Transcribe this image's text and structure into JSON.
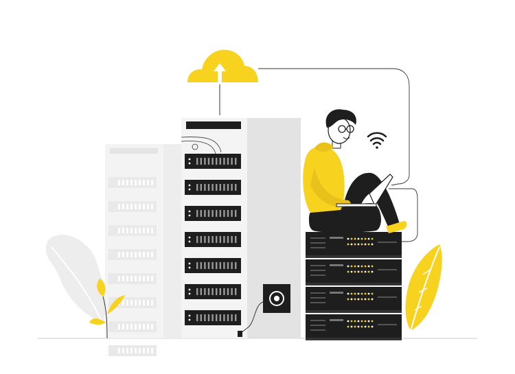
{
  "illustration": {
    "subject": "",
    "colors": {
      "accent": "#F7D21E",
      "dark": "#1E1E1E",
      "rack_light": "#F2F2F2",
      "rack_mid": "#E3E3E3",
      "rack_faded": "#F1F1F1",
      "foliage_faded": "#EDEDED",
      "line": "#333333",
      "led": "#F7D21E"
    },
    "icons": [
      "cloud-upload-icon",
      "wifi-icon",
      "server-rack",
      "person-with-laptop",
      "leaf-plant",
      "power-socket-icon"
    ]
  }
}
